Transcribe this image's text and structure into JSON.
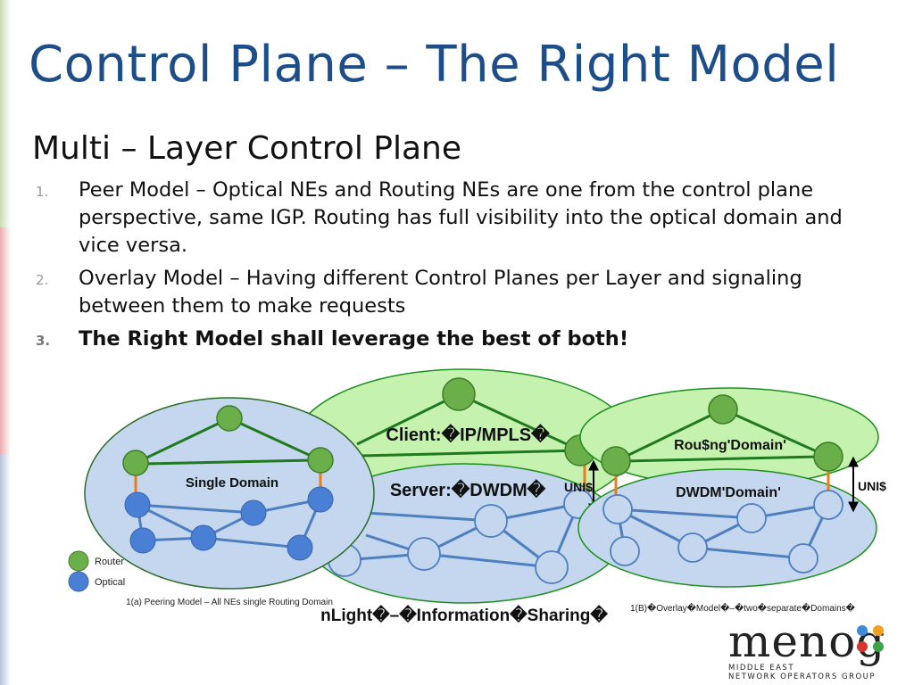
{
  "slide": {
    "title": "Control Plane – The Right Model",
    "subtitle": "Multi – Layer Control Plane",
    "items": [
      {
        "num": "1.",
        "text": "Peer Model – Optical NEs and Routing NEs are one from the control plane perspective, same IGP.  Routing has full visibility into the optical domain and vice versa."
      },
      {
        "num": "2.",
        "text": "Overlay Model – Having different Control Planes per Layer and signaling between them to make requests"
      },
      {
        "num": "3.",
        "text": "The Right Model shall leverage the best of both!"
      }
    ]
  },
  "diagram": {
    "client_label": "Client:�IP/MPLS�",
    "server_label": "Server:�DWDM�",
    "uni_left_label": "UNI$",
    "uni_right_label": "UNI$",
    "single_domain_label": "Single Domain",
    "routing_domain_label": "Rou$ng'Domain'",
    "dwdm_domain_label": "DWDM'Domain'",
    "legend_router": "Router",
    "legend_optical": "Optical",
    "caption_peering": "1(a) Peering Model – All NEs single Routing Domain",
    "caption_nlight": "nLight�–�Information�Sharing�",
    "caption_overlay": "1(B)�Overlay�Model�–�two�separate�Domains�",
    "colors": {
      "router_fill": "#6aaf4a",
      "optical_fill": "#4a7fd6",
      "green_ellipse": "#c6f2b0",
      "blue_ellipse": "#c5d7ee",
      "green_link": "#1f7a1f",
      "blue_link": "#4e7fbf",
      "orange_link": "#e87d1e",
      "title_blue": "#1d4e89"
    }
  },
  "logo": {
    "word": "menog",
    "line1": "MIDDLE EAST",
    "line2": "NETWORK OPERATORS GROUP"
  }
}
